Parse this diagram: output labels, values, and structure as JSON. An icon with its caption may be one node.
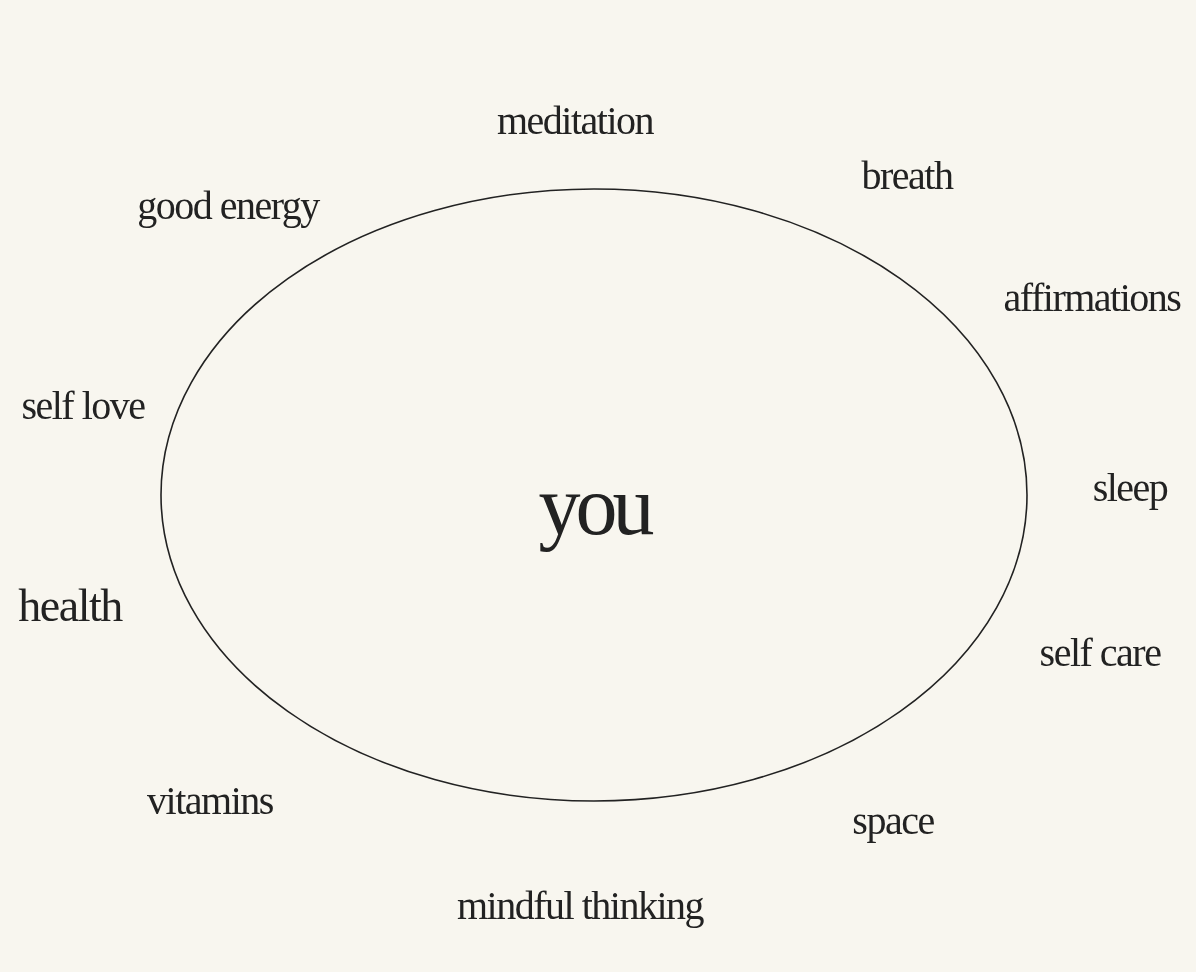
{
  "diagram": {
    "nodes": [
      {
        "text": [
          "you"
        ]
      }
    ],
    "labels": [
      "meditation",
      "breath",
      "good energy",
      "affirmations",
      "self love",
      "sleep",
      "health",
      "self care",
      "vitamins",
      "space",
      "mindful thinking"
    ]
  }
}
